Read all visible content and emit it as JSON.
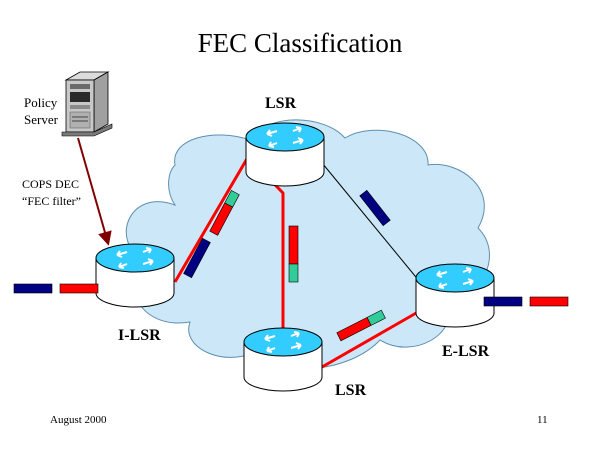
{
  "slide": {
    "title": "FEC Classification",
    "policy_server_label_line1": "Policy",
    "policy_server_label_line2": "Server",
    "cops_label_line1": "COPS DEC",
    "cops_label_line2": "“FEC filter”",
    "router_top_label": "LSR",
    "router_left_label": "I-LSR",
    "router_bottom_label": "LSR",
    "router_right_label": "E-LSR",
    "footer_date": "August 2000",
    "page_number": "11"
  },
  "colors": {
    "background": "#ffffff",
    "cloud_fill": "#cce8f8",
    "router_body": "#ffffff",
    "router_top": "#33ccff",
    "path_red": "#ff0000",
    "packet_blue": "#000080",
    "packet_red": "#ff0000",
    "packet_teal": "#33cc99",
    "arrow_dark_red": "#800000"
  },
  "icons": [
    "server-icon",
    "router-icon"
  ]
}
